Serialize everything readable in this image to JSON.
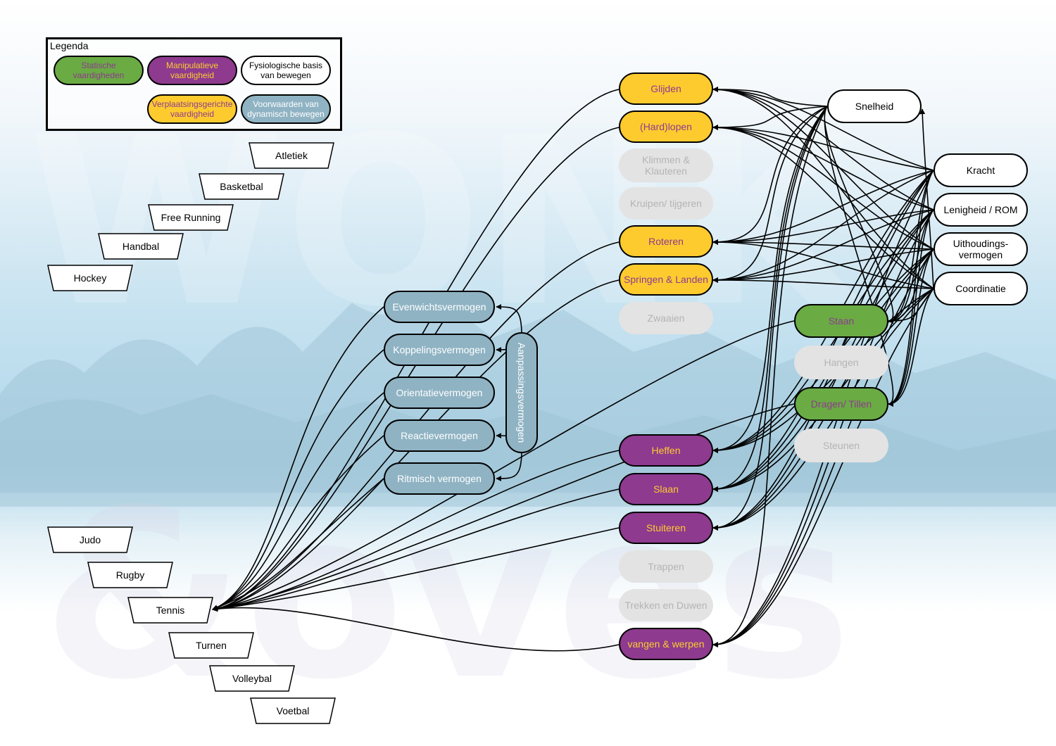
{
  "legend": {
    "title": "Legenda",
    "items": [
      {
        "id": "l1",
        "label": "Statische vaardigheden",
        "style": "green"
      },
      {
        "id": "l2",
        "label": "Manipulatieve vaardigheid",
        "style": "purple"
      },
      {
        "id": "l3",
        "label": "Fysiologische basis van bewegen",
        "style": "white"
      },
      {
        "id": "l4",
        "label": "Verplaatsingsgerichte vaardigheid",
        "style": "yellow"
      },
      {
        "id": "l5",
        "label": "Voorwaarden van dynamisch bewegen",
        "style": "blue"
      }
    ]
  },
  "sports": [
    {
      "id": "atletiek",
      "label": "Atletiek",
      "shape": "down"
    },
    {
      "id": "basketbal",
      "label": "Basketbal",
      "shape": "down"
    },
    {
      "id": "freerunning",
      "label": "Free Running",
      "shape": "down"
    },
    {
      "id": "handbal",
      "label": "Handbal",
      "shape": "down"
    },
    {
      "id": "hockey",
      "label": "Hockey",
      "shape": "down"
    },
    {
      "id": "judo",
      "label": "Judo",
      "shape": "down"
    },
    {
      "id": "rugby",
      "label": "Rugby",
      "shape": "down"
    },
    {
      "id": "tennis",
      "label": "Tennis",
      "shape": "down"
    },
    {
      "id": "turnen",
      "label": "Turnen",
      "shape": "down"
    },
    {
      "id": "volleybal",
      "label": "Volleybal",
      "shape": "down"
    },
    {
      "id": "voetbal",
      "label": "Voetbal",
      "shape": "down"
    }
  ],
  "coordination": {
    "vertical_label": "Aanpassingsvermogen",
    "items": [
      {
        "id": "evenwicht",
        "label": "Evenwichtsvermogen"
      },
      {
        "id": "koppeling",
        "label": "Koppelingsvermogen"
      },
      {
        "id": "orientatie",
        "label": "Orientatievermogen"
      },
      {
        "id": "reactie",
        "label": "Reactievermogen"
      },
      {
        "id": "ritme",
        "label": "Ritmisch vermogen"
      }
    ]
  },
  "skills": [
    {
      "id": "glijden",
      "label": "Glijden",
      "style": "yellow"
    },
    {
      "id": "hardlopen",
      "label": "(Hard)lopen",
      "style": "yellow"
    },
    {
      "id": "klimmen",
      "label": "Klimmen & Klauteren",
      "style": "gray"
    },
    {
      "id": "kruipen",
      "label": "Kruipen/ tijgeren",
      "style": "gray"
    },
    {
      "id": "roteren",
      "label": "Roteren",
      "style": "yellow"
    },
    {
      "id": "springen",
      "label": "Springen & Landen",
      "style": "yellow"
    },
    {
      "id": "zwaaien",
      "label": "Zwaaien",
      "style": "gray"
    },
    {
      "id": "heffen",
      "label": "Heffen",
      "style": "purple"
    },
    {
      "id": "slaan",
      "label": "Slaan",
      "style": "purple"
    },
    {
      "id": "stuiteren",
      "label": "Stuiteren",
      "style": "purple"
    },
    {
      "id": "trappen",
      "label": "Trappen",
      "style": "gray"
    },
    {
      "id": "trekken",
      "label": "Trekken en Duwen",
      "style": "gray"
    },
    {
      "id": "vangen",
      "label": "vangen & werpen",
      "style": "purple"
    }
  ],
  "static_skills": [
    {
      "id": "staan",
      "label": "Staan",
      "style": "green"
    },
    {
      "id": "hangen",
      "label": "Hangen",
      "style": "gray"
    },
    {
      "id": "dragen",
      "label": "Dragen/ Tillen",
      "style": "green"
    },
    {
      "id": "steunen",
      "label": "Steunen",
      "style": "gray"
    }
  ],
  "physiology": [
    {
      "id": "snelheid",
      "label": "Snelheid"
    },
    {
      "id": "kracht",
      "label": "Kracht"
    },
    {
      "id": "lenigheid",
      "label": "Lenigheid / ROM"
    },
    {
      "id": "uithouding",
      "label": "Uithoudings-vermogen"
    },
    {
      "id": "coordinatie",
      "label": "Coordinatie"
    }
  ],
  "colors": {
    "yellow": "#fecb2f",
    "purple": "#8e3a8f",
    "green": "#6aab44",
    "blue": "#8fb3c3",
    "gray": "#e3e3e3",
    "white": "#ffffff"
  }
}
